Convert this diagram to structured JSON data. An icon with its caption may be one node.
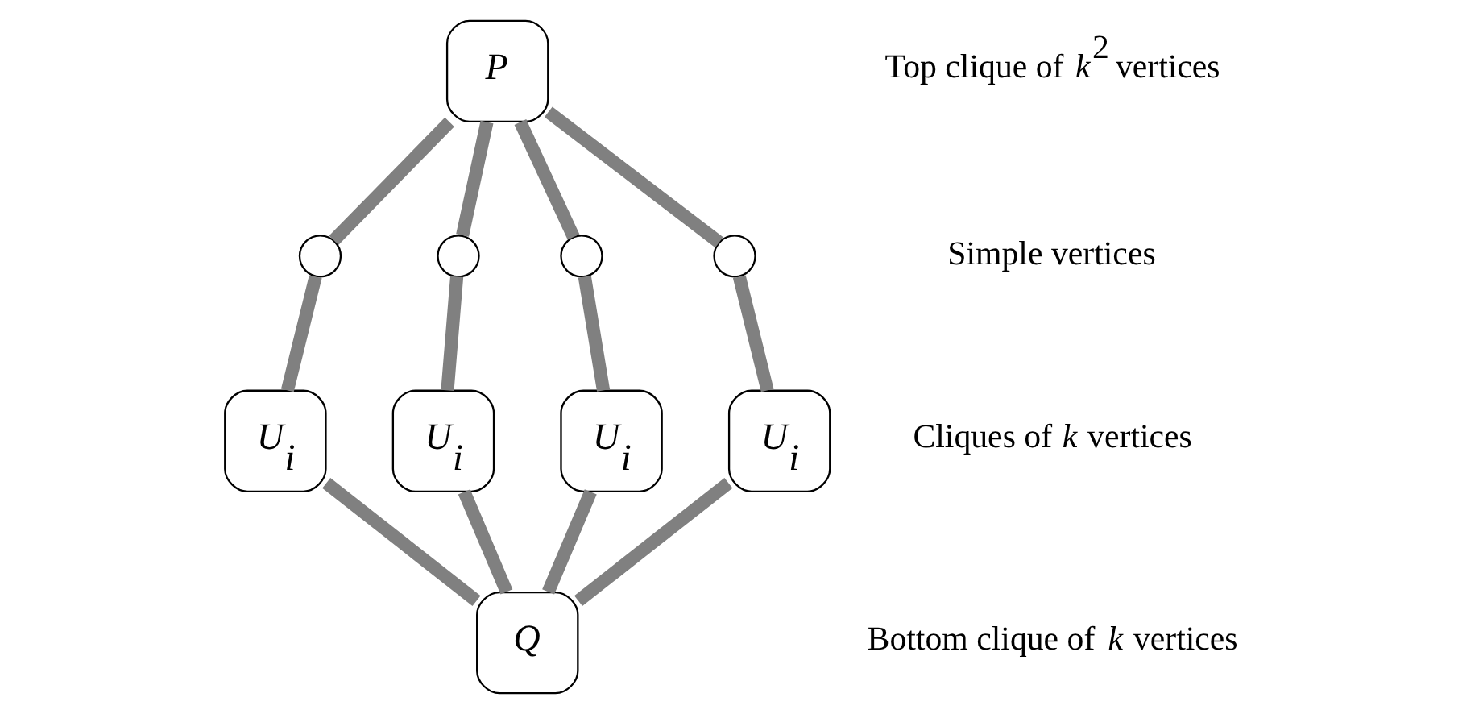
{
  "diagram": {
    "nodes": [
      {
        "text": [
          "P"
        ]
      },
      {
        "text": [],
        "shape": "circle"
      },
      {
        "text": [],
        "shape": "circle"
      },
      {
        "text": [],
        "shape": "circle"
      },
      {
        "text": [],
        "shape": "circle"
      },
      {
        "text": [
          "U$_{i}$"
        ]
      },
      {
        "text": [
          "U$_{i}$"
        ]
      },
      {
        "text": [
          "U$_{i}$"
        ]
      },
      {
        "text": [
          "U$_{i}$"
        ]
      },
      {
        "text": [
          "Q"
        ]
      }
    ],
    "edges": [
      {
        "from": 0,
        "to": 1,
        "arrow": "none"
      },
      {
        "from": 0,
        "to": 2,
        "arrow": "none"
      },
      {
        "from": 0,
        "to": 3,
        "arrow": "none"
      },
      {
        "from": 0,
        "to": 4,
        "arrow": "none"
      },
      {
        "from": 1,
        "to": 5,
        "arrow": "none"
      },
      {
        "from": 2,
        "to": 6,
        "arrow": "none"
      },
      {
        "from": 3,
        "to": 7,
        "arrow": "none"
      },
      {
        "from": 4,
        "to": 8,
        "arrow": "none"
      },
      {
        "from": 5,
        "to": 9,
        "arrow": "none"
      },
      {
        "from": 6,
        "to": 9,
        "arrow": "none"
      },
      {
        "from": 7,
        "to": 9,
        "arrow": "none"
      },
      {
        "from": 8,
        "to": 9,
        "arrow": "none"
      }
    ],
    "labels": [
      "Top clique of *k*$^{2}$ vertices",
      "Simple vertices",
      "Cliques of *k* vertices",
      "Bottom clique of *k* vertices"
    ]
  }
}
